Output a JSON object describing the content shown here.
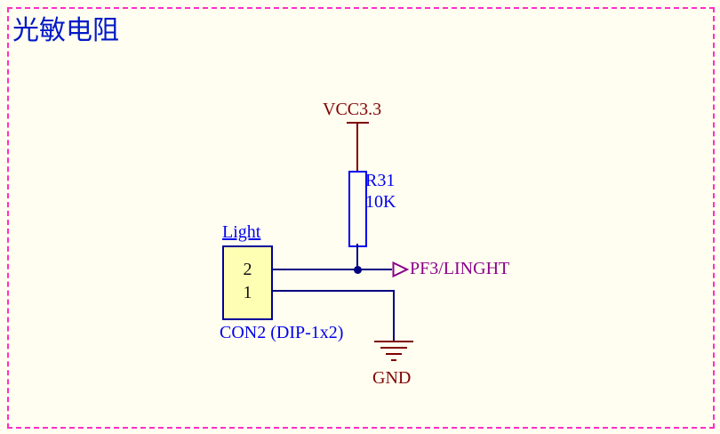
{
  "sheet": {
    "title": "光敏电阻",
    "background_color": "#FFFEF0",
    "border_color": "#FF2DC8"
  },
  "colors": {
    "wire": "#000080",
    "power": "#800000",
    "component_outline": "#0000F0",
    "connector_fill": "#FFFFB3",
    "port_text": "#8B008B",
    "title_text": "#0018C8"
  },
  "power": {
    "vcc_label": "VCC3.3",
    "gnd_label": "GND"
  },
  "resistor": {
    "designator": "R31",
    "value": "10K"
  },
  "connector": {
    "designator": "Light",
    "comment": "CON2 (DIP-1x2)",
    "pins": [
      "2",
      "1"
    ]
  },
  "port": {
    "label": "PF3/LINGHT"
  }
}
